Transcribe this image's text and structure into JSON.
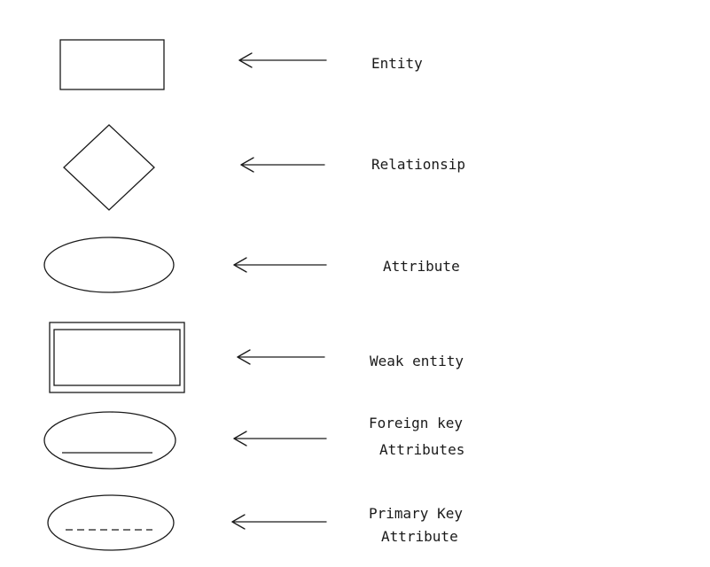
{
  "legend": {
    "entity": {
      "label": "Entity"
    },
    "relationship": {
      "label": "Relationsip"
    },
    "attribute": {
      "label": "Attribute"
    },
    "weak_entity": {
      "label": "Weak entity"
    },
    "foreign_key": {
      "label_line1": "Foreign key",
      "label_line2": "Attributes"
    },
    "primary_key": {
      "label_line1": "Primary Key",
      "label_line2": "Attribute"
    }
  }
}
